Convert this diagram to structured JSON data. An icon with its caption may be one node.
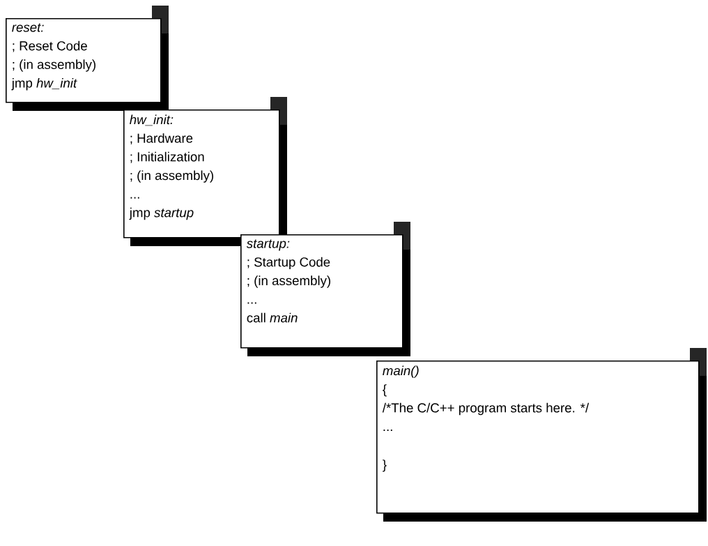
{
  "diagram": {
    "nodes": [
      {
        "text": [
          "reset:",
          "; Reset Code",
          "; (in assembly)",
          "jmp *hw_init*"
        ]
      },
      {
        "text": [
          "hw_init:",
          "; Hardware",
          "; Initialization",
          "; (in assembly)",
          "...",
          "jmp *startup*"
        ]
      },
      {
        "text": [
          "startup:",
          "; Startup Code",
          "; (in assembly)",
          "...",
          "call *main*"
        ]
      },
      {
        "text": [
          "main()",
          "{",
          "/*The C/C++ program starts here. */",
          "...",
          "}"
        ]
      }
    ]
  }
}
